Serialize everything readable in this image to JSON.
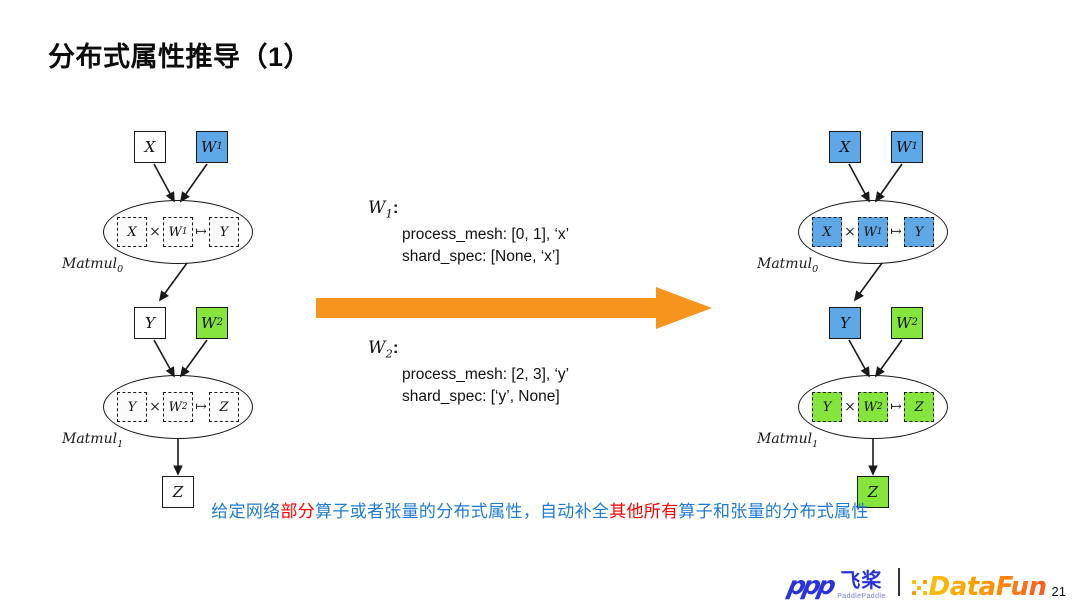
{
  "slide": {
    "title": "分布式属性推导（1）",
    "page_number": "21"
  },
  "colors": {
    "blue": "#5FA8E8",
    "green": "#86E53C",
    "arrow_orange": "#F7941D",
    "caption_blue": "#1F7BD4",
    "caption_highlight_red": "#FF0000",
    "paddle_blue": "#2932E1"
  },
  "left_graph": {
    "label": "before-inference-graph",
    "nodes": {
      "x_top": "X",
      "w1_top": "W",
      "w1_top_sub": "1",
      "y_mid": "Y",
      "w2_mid": "W",
      "w2_mid_sub": "2",
      "z_bottom": "Z"
    },
    "matmul0": {
      "label": "Matmul",
      "label_sub": "0",
      "cells": [
        "X",
        "W",
        "Y"
      ],
      "cell_subs": [
        "",
        "1",
        ""
      ],
      "op_times": "×",
      "op_arrow": "↦"
    },
    "matmul1": {
      "label": "Matmul",
      "label_sub": "1",
      "cells": [
        "Y",
        "W",
        "Z"
      ],
      "cell_subs": [
        "",
        "2",
        ""
      ],
      "op_times": "×",
      "op_arrow": "↦"
    }
  },
  "right_graph": {
    "label": "after-inference-graph",
    "nodes": {
      "x_top": "X",
      "w1_top": "W",
      "w1_top_sub": "1",
      "y_mid": "Y",
      "w2_mid": "W",
      "w2_mid_sub": "2",
      "z_bottom": "Z"
    },
    "matmul0": {
      "label": "Matmul",
      "label_sub": "0",
      "cells": [
        "X",
        "W",
        "Y"
      ],
      "cell_subs": [
        "",
        "1",
        ""
      ],
      "op_times": "×",
      "op_arrow": "↦"
    },
    "matmul1": {
      "label": "Matmul",
      "label_sub": "1",
      "cells": [
        "Y",
        "W",
        "Z"
      ],
      "cell_subs": [
        "",
        "2",
        ""
      ],
      "op_times": "×",
      "op_arrow": "↦"
    }
  },
  "specs": [
    {
      "name": "W",
      "name_sub": "1",
      "colon": ":",
      "lines": [
        "process_mesh: [0, 1], ‘x’",
        "shard_spec: [None, ‘x’]"
      ]
    },
    {
      "name": "W",
      "name_sub": "2",
      "colon": ":",
      "lines": [
        "process_mesh: [2, 3], ‘y’",
        "shard_spec: [‘y’, None]"
      ]
    }
  ],
  "caption": {
    "segments": [
      {
        "text": "给定网络",
        "highlight": false
      },
      {
        "text": "部分",
        "highlight": true
      },
      {
        "text": "算子或者张量的分布式属性，自动补全",
        "highlight": false
      },
      {
        "text": "其他所有",
        "highlight": true
      },
      {
        "text": "算子和张量的分布式属性",
        "highlight": false
      }
    ]
  },
  "footer": {
    "paddle_mark": "ррр",
    "paddle_cn": "飞桨",
    "paddle_sub": "PaddlePaddle",
    "datafun_text": "DataFun"
  }
}
